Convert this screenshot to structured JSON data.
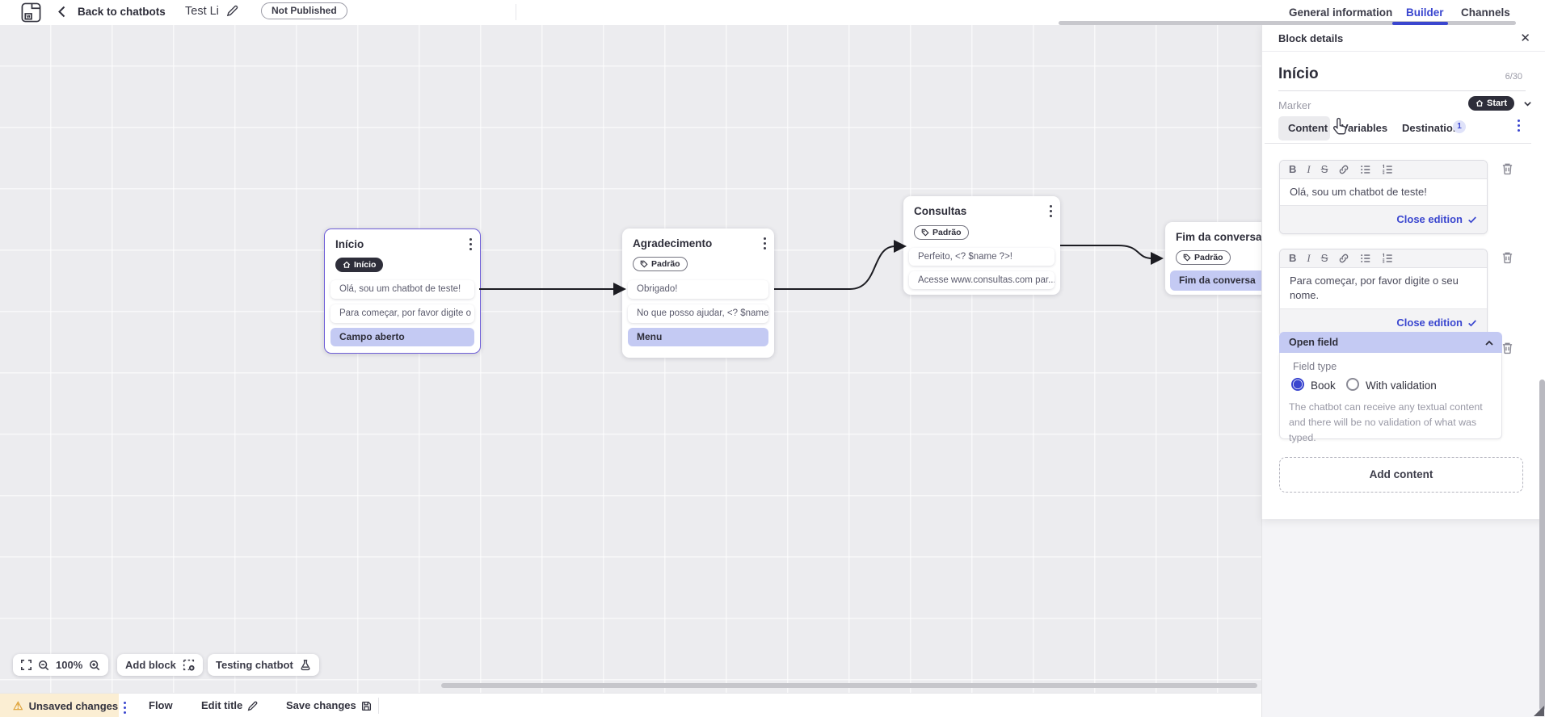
{
  "header": {
    "back_label": "Back to chatbots",
    "chatbot_title": "Test Li",
    "status_badge": "Not Published",
    "tabs": [
      {
        "label": "General information"
      },
      {
        "label": "Builder"
      },
      {
        "label": "Channels"
      }
    ],
    "active_tab": "Builder"
  },
  "canvas": {
    "blocks": [
      {
        "title": "Início",
        "marker": "Início",
        "rows": [
          "Olá, sou um chatbot de teste!",
          "Para começar, por favor digite o ...",
          "Campo aberto"
        ]
      },
      {
        "title": "Agradecimento",
        "tag": "Padrão",
        "rows": [
          "Obrigado!",
          "No que posso ajudar, <? $name ...",
          "Menu"
        ]
      },
      {
        "title": "Consultas",
        "tag": "Padrão",
        "rows": [
          "Perfeito, <? $name ?>!",
          "Acesse www.consultas.com par..."
        ]
      },
      {
        "title": "Fim da conversa",
        "tag": "Padrão",
        "rows": [
          "Fim da conversa"
        ]
      }
    ],
    "controls": {
      "zoom_level": "100%",
      "add_block_label": "Add block",
      "testing_label": "Testing chatbot"
    }
  },
  "panel": {
    "title": "Block details",
    "block_name": "Início",
    "name_counter": "6/30",
    "marker_label": "Marker",
    "marker_value": "Start",
    "tabs": [
      {
        "label": "Content"
      },
      {
        "label": "Variables"
      },
      {
        "label": "Destination",
        "badge": "1"
      }
    ],
    "active_tab": "Content",
    "toolbar": {
      "bold": "B",
      "italic": "I",
      "strike": "S"
    },
    "editors": [
      {
        "text": "Olá, sou um chatbot de teste!",
        "action": "Close edition"
      },
      {
        "text": "Para começar, por favor digite o seu nome.",
        "action": "Close edition"
      }
    ],
    "open_field": {
      "title": "Open field",
      "field_type_label": "Field type",
      "options": [
        {
          "label": "Book",
          "selected": true
        },
        {
          "label": "With validation",
          "selected": false
        }
      ],
      "help": "The chatbot can receive any textual content and there will be no validation of what was typed."
    },
    "add_content_label": "Add content"
  },
  "statusbar": {
    "unsaved_label": "Unsaved changes",
    "flow_label": "Flow",
    "edit_title_label": "Edit title",
    "save_label": "Save changes"
  },
  "colors": {
    "accent_blue": "#3a46cf",
    "selected_purple": "#6f5fd8",
    "row_highlight": "#c4caf3",
    "dark_pill": "#2e2e3a",
    "unsaved_bg": "#fbeed3"
  },
  "icons": [
    "app-logo",
    "back-chevron",
    "edit-pencil",
    "home",
    "tag",
    "kebab-menu",
    "bold",
    "italic",
    "strikethrough",
    "link",
    "bullet-list",
    "numbered-list",
    "trash",
    "chevron-up",
    "chevron-down",
    "close-x",
    "check",
    "fullscreen",
    "zoom-out",
    "zoom-in",
    "add-block",
    "flask",
    "warning-triangle",
    "save-floppy",
    "hand-cursor"
  ]
}
